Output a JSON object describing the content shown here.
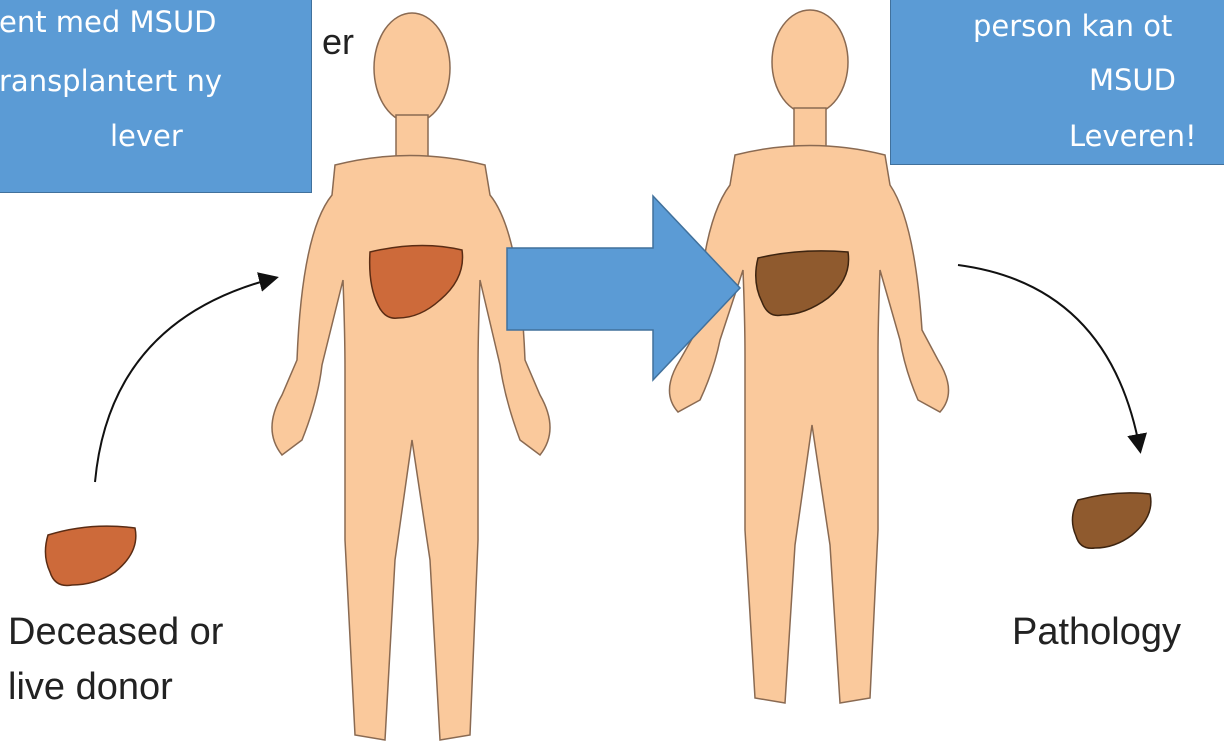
{
  "callouts": {
    "left": {
      "lines": [
        "ent med MSUD",
        "ransplantert ny",
        "lever"
      ]
    },
    "right": {
      "lines": [
        "person kan ot",
        "MSUD",
        "Leveren!"
      ]
    }
  },
  "labels": {
    "top_fragment": "er",
    "donor_line1": "Deceased or",
    "donor_line2": "live donor",
    "pathology": "Pathology"
  },
  "colors": {
    "skin": "#fac99c",
    "skin_outline": "#8a6a52",
    "donor_liver": "#cd6a3a",
    "diseased_liver": "#8f5a2e",
    "callout_fill": "#5b9bd5",
    "callout_border": "#41719c",
    "arrow_fill": "#5b9bd5"
  }
}
